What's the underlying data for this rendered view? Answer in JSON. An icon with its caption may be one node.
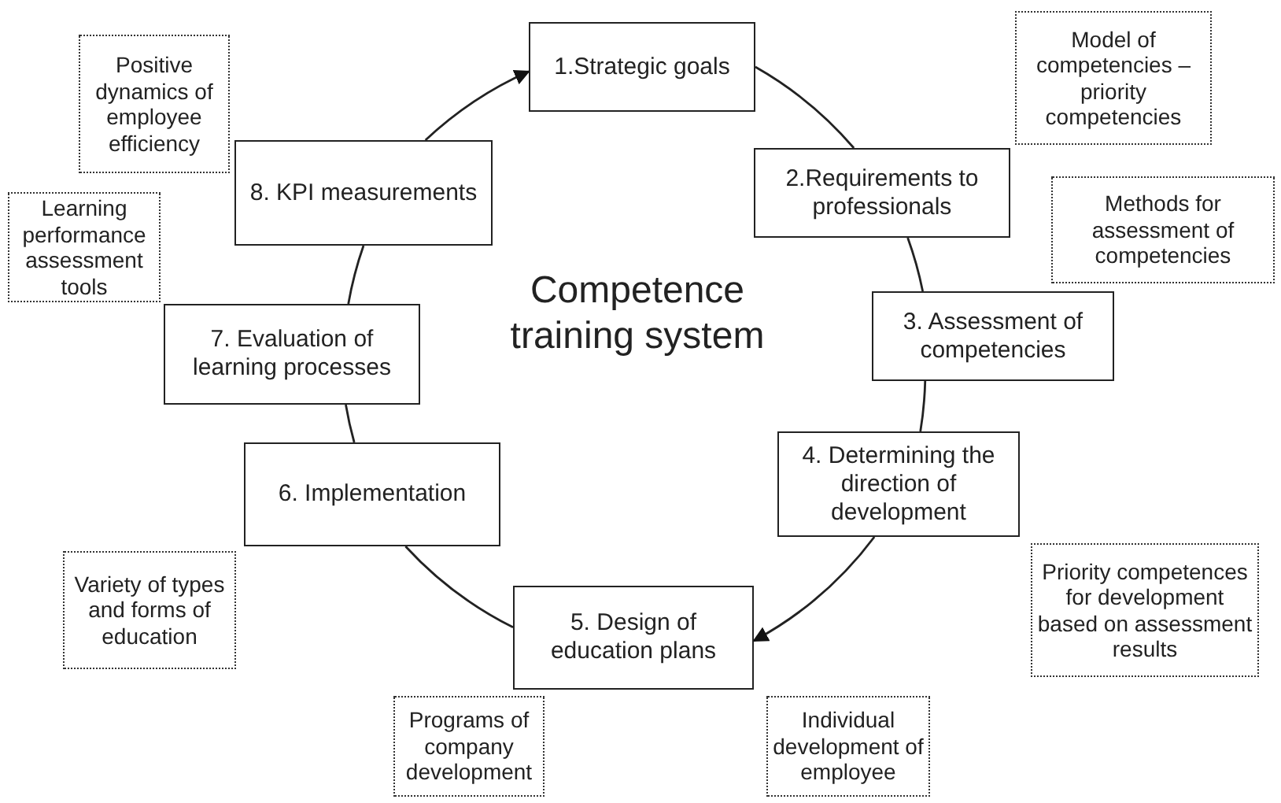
{
  "diagram": {
    "nodes": [
      {
        "text": [
          "1.Strategic goals"
        ]
      },
      {
        "text": [
          "2.Requirements to professionals"
        ]
      },
      {
        "text": [
          "3. Assessment of competencies"
        ]
      },
      {
        "text": [
          "4. Determining the direction of development"
        ]
      },
      {
        "text": [
          "5. Design of education plans"
        ]
      },
      {
        "text": [
          "6. Implementation"
        ]
      },
      {
        "text": [
          "7. Evaluation of learning processes"
        ]
      },
      {
        "text": [
          "8. KPI measurements"
        ]
      },
      {
        "text": [
          "Positive dynamics of employee efficiency"
        ]
      },
      {
        "text": [
          "Model of competencies – priority competencies"
        ]
      },
      {
        "text": [
          "Learning performance assessment tools"
        ]
      },
      {
        "text": [
          "Methods for assessment of competencies"
        ]
      },
      {
        "text": [
          "Variety of types and forms of education"
        ]
      },
      {
        "text": [
          "Priority competences for development based on assessment results"
        ]
      },
      {
        "text": [
          "Programs of company development"
        ]
      },
      {
        "text": [
          "Individual development of employee"
        ]
      }
    ],
    "edges": [
      {
        "from": 0,
        "to": 1,
        "arrow": "none"
      },
      {
        "from": 1,
        "to": 2,
        "arrow": "none"
      },
      {
        "from": 2,
        "to": 3,
        "arrow": "none"
      },
      {
        "from": 3,
        "to": 4,
        "arrow": "to"
      },
      {
        "from": 4,
        "to": 5,
        "arrow": "none"
      },
      {
        "from": 5,
        "to": 6,
        "arrow": "none"
      },
      {
        "from": 6,
        "to": 7,
        "arrow": "none"
      },
      {
        "from": 7,
        "to": 0,
        "arrow": "to"
      }
    ],
    "title": "Competence training system"
  }
}
